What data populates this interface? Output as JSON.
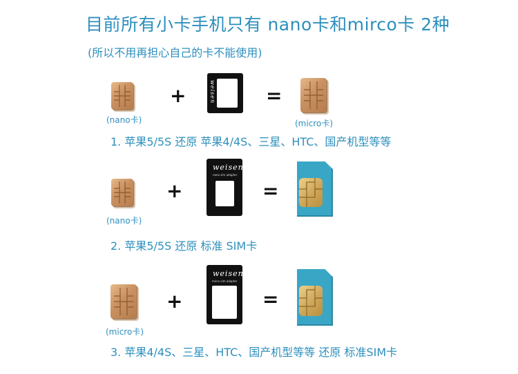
{
  "header": {
    "title": "目前所有小卡手机只有 nano卡和mirco卡 2种",
    "subtitle": "(所以不用再担心自己的卡不能使用)"
  },
  "rows": [
    {
      "left_label": "(nano卡)",
      "right_label": "(micro卡)",
      "caption": "1. 苹果5/5S  还原  苹果4/4S、三星、HTC、国产机型等等"
    },
    {
      "left_label": "(nano卡)",
      "caption": "2. 苹果5/5S  还原  标准 SIM卡"
    },
    {
      "left_label": "(micro卡)",
      "caption": "3. 苹果4/4S、三星、HTC、国产机型等等 还原 标准SIM卡"
    }
  ],
  "adapter": {
    "brand": "weisen",
    "fine_print_1": "nano sim adapter",
    "fine_print_2": "micro sim adapter"
  },
  "symbols": {
    "plus": "+",
    "equals": "="
  }
}
